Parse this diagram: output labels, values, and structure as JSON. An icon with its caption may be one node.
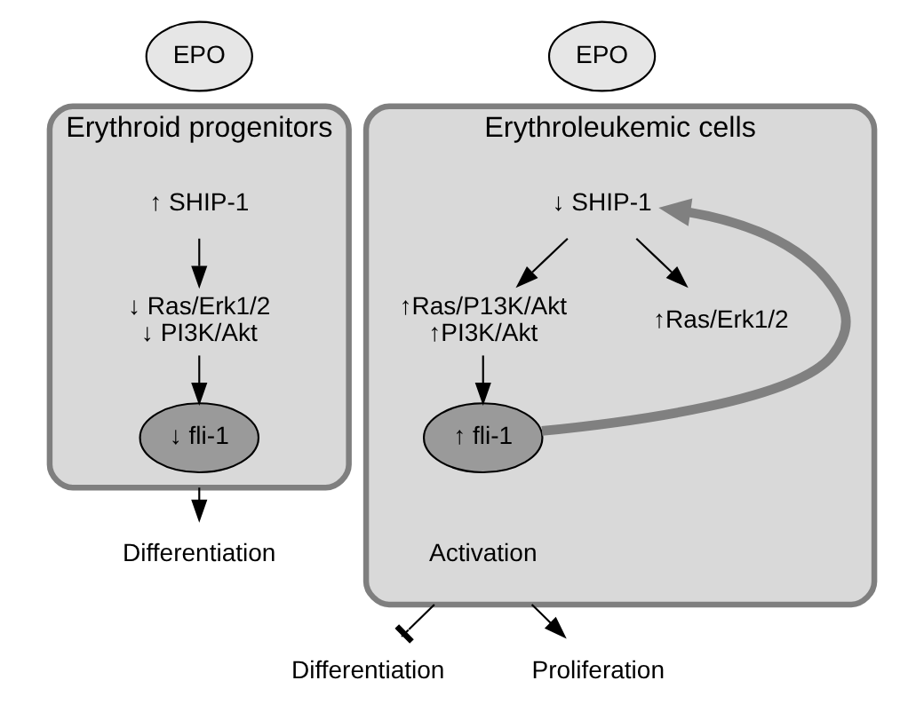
{
  "diagram": {
    "nodes": [
      {
        "text": [
          "Erythroid progenitors"
        ]
      },
      {
        "text": [
          "EPO"
        ]
      },
      {
        "text": [
          "↑ SHIP-1"
        ],
        "in": 0
      },
      {
        "text": [
          "↓ Ras/Erk1/2",
          "↓ PI3K/Akt"
        ],
        "in": 0
      },
      {
        "text": [
          "↓ fli-1"
        ],
        "in": 0
      },
      {
        "text": [
          "Differentiation"
        ]
      },
      {
        "text": [
          "Erythroleukemic cells"
        ]
      },
      {
        "text": [
          "EPO"
        ]
      },
      {
        "text": [
          "↓ SHIP-1"
        ],
        "in": 6
      },
      {
        "text": [
          "↑Ras/P13K/Akt",
          "↑PI3K/Akt"
        ],
        "in": 6
      },
      {
        "text": [
          "↑Ras/Erk1/2"
        ],
        "in": 6
      },
      {
        "text": [
          "↑ fli-1"
        ],
        "in": 6,
        "beside": [
          "Activation"
        ]
      },
      {
        "text": [
          "Differentiation"
        ]
      },
      {
        "text": [
          "Proliferation"
        ]
      }
    ],
    "edges": [
      {
        "from": 2,
        "to": 3,
        "arrow": "to"
      },
      {
        "from": 3,
        "to": 4,
        "arrow": "to"
      },
      {
        "from": 0,
        "to": 5,
        "arrow": "to"
      },
      {
        "from": 8,
        "to": 9,
        "arrow": "to"
      },
      {
        "from": 8,
        "to": 10,
        "arrow": "to"
      },
      {
        "from": 9,
        "to": 11,
        "arrow": "to"
      },
      {
        "from": 11,
        "to": 8,
        "arrow": "to",
        "style": "thick",
        "color": "#808080"
      },
      {
        "from": 6,
        "to": 12,
        "arrow": "other"
      },
      {
        "from": 6,
        "to": 13,
        "arrow": "to"
      }
    ]
  }
}
